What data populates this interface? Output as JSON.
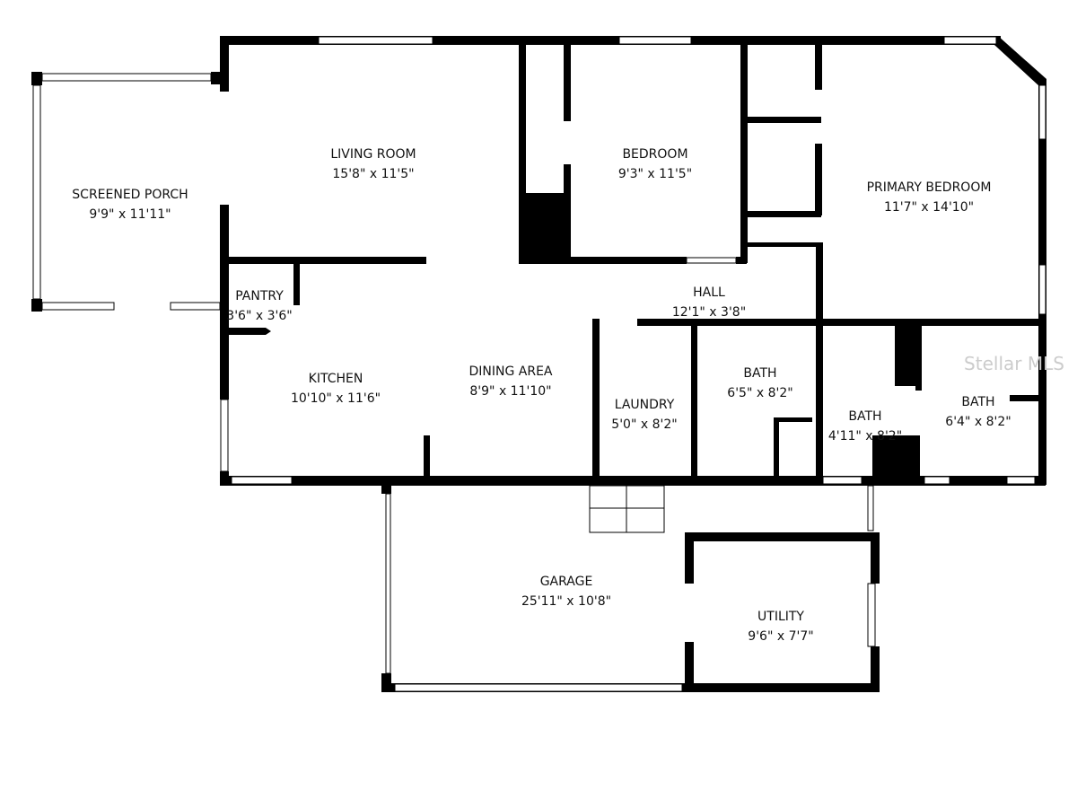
{
  "rooms": {
    "screened_porch": {
      "name": "SCREENED PORCH",
      "dims": "9'9\" x 11'11\""
    },
    "living_room": {
      "name": "LIVING ROOM",
      "dims": "15'8\" x 11'5\""
    },
    "bedroom": {
      "name": "BEDROOM",
      "dims": "9'3\" x 11'5\""
    },
    "primary_bedroom": {
      "name": "PRIMARY BEDROOM",
      "dims": "11'7\" x 14'10\""
    },
    "pantry": {
      "name": "PANTRY",
      "dims": "3'6\" x 3'6\""
    },
    "hall": {
      "name": "HALL",
      "dims": "12'1\" x 3'8\""
    },
    "kitchen": {
      "name": "KITCHEN",
      "dims": "10'10\" x 11'6\""
    },
    "dining_area": {
      "name": "DINING AREA",
      "dims": "8'9\" x 11'10\""
    },
    "laundry": {
      "name": "LAUNDRY",
      "dims": "5'0\" x 8'2\""
    },
    "bath_1": {
      "name": "BATH",
      "dims": "6'5\" x 8'2\""
    },
    "bath_2": {
      "name": "BATH",
      "dims": "4'11\" x 8'2\""
    },
    "bath_3": {
      "name": "BATH",
      "dims": "6'4\" x 8'2\""
    },
    "garage": {
      "name": "GARAGE",
      "dims": "25'11\" x 10'8\""
    },
    "utility": {
      "name": "UTILITY",
      "dims": "9'6\" x 7'7\""
    }
  },
  "watermark": "Stellar MLS"
}
